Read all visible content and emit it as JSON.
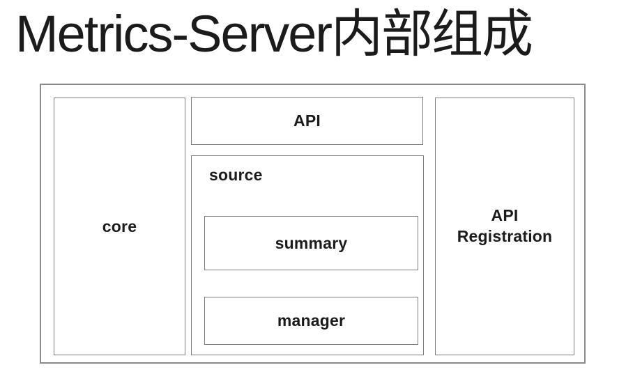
{
  "title": {
    "text": "Metrics-Server内部组成"
  },
  "boxes": {
    "core": "core",
    "api": "API",
    "source": "source",
    "summary": "summary",
    "manager": "manager",
    "api_registration": "API Registration"
  },
  "colors": {
    "background": "#ffffff",
    "border": "#8a8a8a",
    "border_inner": "#7d7d7d",
    "text": "#1b1b1b"
  }
}
